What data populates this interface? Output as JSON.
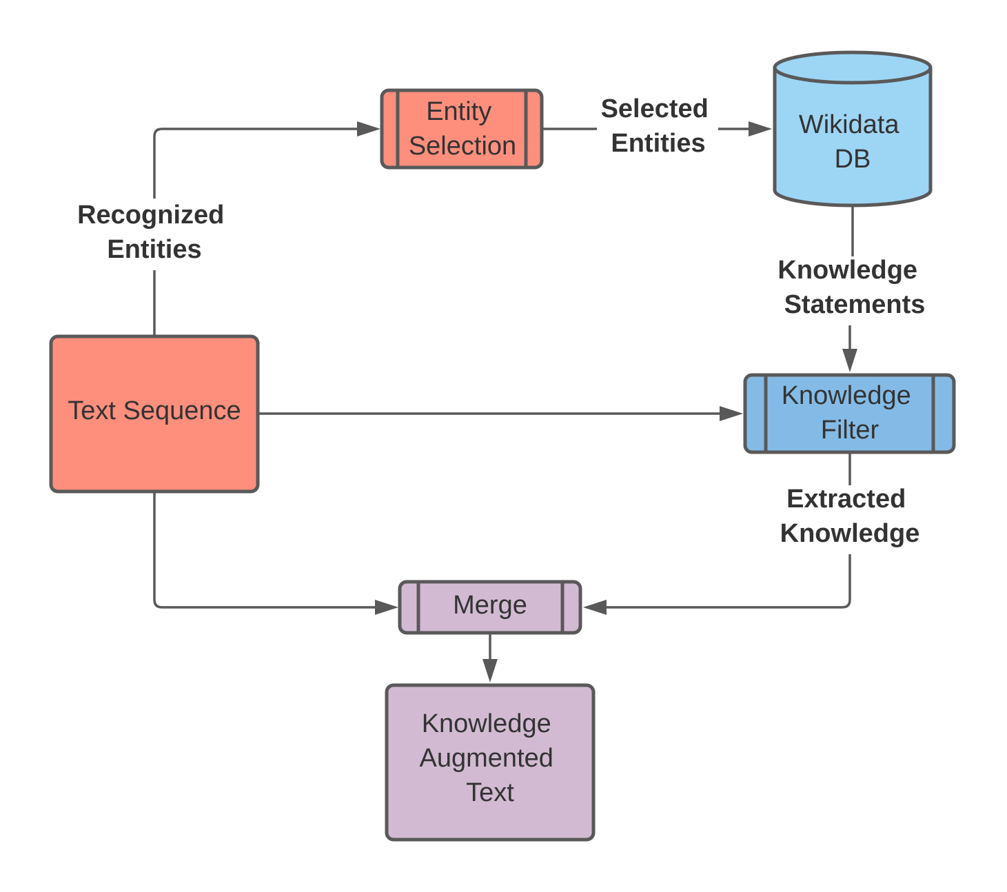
{
  "colors": {
    "salmon": "#FF8F7D",
    "light_blue": "#9DD5F5",
    "mid_blue": "#84BBE6",
    "lavender": "#D2BBD2",
    "stroke": "#595959",
    "text": "#333333"
  },
  "nodes": {
    "entity_selection": {
      "lines": [
        "Entity",
        "Selection"
      ],
      "shape": "process",
      "color": "salmon"
    },
    "wikidata_db": {
      "lines": [
        "Wikidata",
        "DB"
      ],
      "shape": "cylinder",
      "color": "light_blue"
    },
    "text_sequence": {
      "lines": [
        "Text Sequence"
      ],
      "shape": "rectangle",
      "color": "salmon"
    },
    "knowledge_filter": {
      "lines": [
        "Knowledge",
        "Filter"
      ],
      "shape": "process",
      "color": "mid_blue"
    },
    "merge": {
      "lines": [
        "Merge"
      ],
      "shape": "process",
      "color": "lavender"
    },
    "knowledge_augmented_text": {
      "lines": [
        "Knowledge",
        "Augmented",
        "Text"
      ],
      "shape": "rectangle",
      "color": "lavender"
    }
  },
  "edges": {
    "recognized_entities": {
      "from": "text_sequence",
      "to": "entity_selection",
      "label": [
        "Recognized",
        "Entities"
      ]
    },
    "selected_entities": {
      "from": "entity_selection",
      "to": "wikidata_db",
      "label": [
        "Selected",
        "Entities"
      ]
    },
    "knowledge_statements": {
      "from": "wikidata_db",
      "to": "knowledge_filter",
      "label": [
        "Knowledge",
        "Statements"
      ]
    },
    "text_to_filter": {
      "from": "text_sequence",
      "to": "knowledge_filter",
      "label": []
    },
    "extracted_knowledge": {
      "from": "knowledge_filter",
      "to": "merge",
      "label": [
        "Extracted",
        "Knowledge"
      ]
    },
    "text_to_merge": {
      "from": "text_sequence",
      "to": "merge",
      "label": []
    },
    "merge_to_output": {
      "from": "merge",
      "to": "knowledge_augmented_text",
      "label": []
    }
  }
}
